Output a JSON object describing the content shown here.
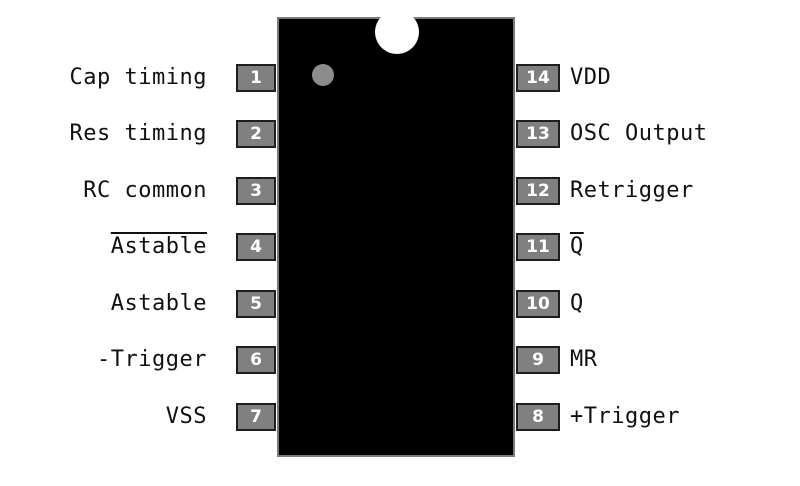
{
  "colors": {
    "chip_body": "#000000",
    "chip_border": "#7a7a7a",
    "pin_fill": "#808080",
    "pin_text": "#ffffff",
    "pin1_marker": "#8c8c8c",
    "label_text": "#111111"
  },
  "pins_left": [
    {
      "number": "1",
      "label": "Cap timing",
      "overbar": false
    },
    {
      "number": "2",
      "label": "Res timing",
      "overbar": false
    },
    {
      "number": "3",
      "label": "RC common",
      "overbar": false
    },
    {
      "number": "4",
      "label": "Astable",
      "overbar": true
    },
    {
      "number": "5",
      "label": "Astable",
      "overbar": false
    },
    {
      "number": "6",
      "label": "-Trigger",
      "overbar": false
    },
    {
      "number": "7",
      "label": "VSS",
      "overbar": false
    }
  ],
  "pins_right": [
    {
      "number": "14",
      "label": "VDD",
      "overbar": false
    },
    {
      "number": "13",
      "label": "OSC Output",
      "overbar": false
    },
    {
      "number": "12",
      "label": "Retrigger",
      "overbar": false
    },
    {
      "number": "11",
      "label": "Q",
      "overbar": true
    },
    {
      "number": "10",
      "label": "Q",
      "overbar": false
    },
    {
      "number": "9",
      "label": "MR",
      "overbar": false
    },
    {
      "number": "8",
      "label": "+Trigger",
      "overbar": false
    }
  ]
}
